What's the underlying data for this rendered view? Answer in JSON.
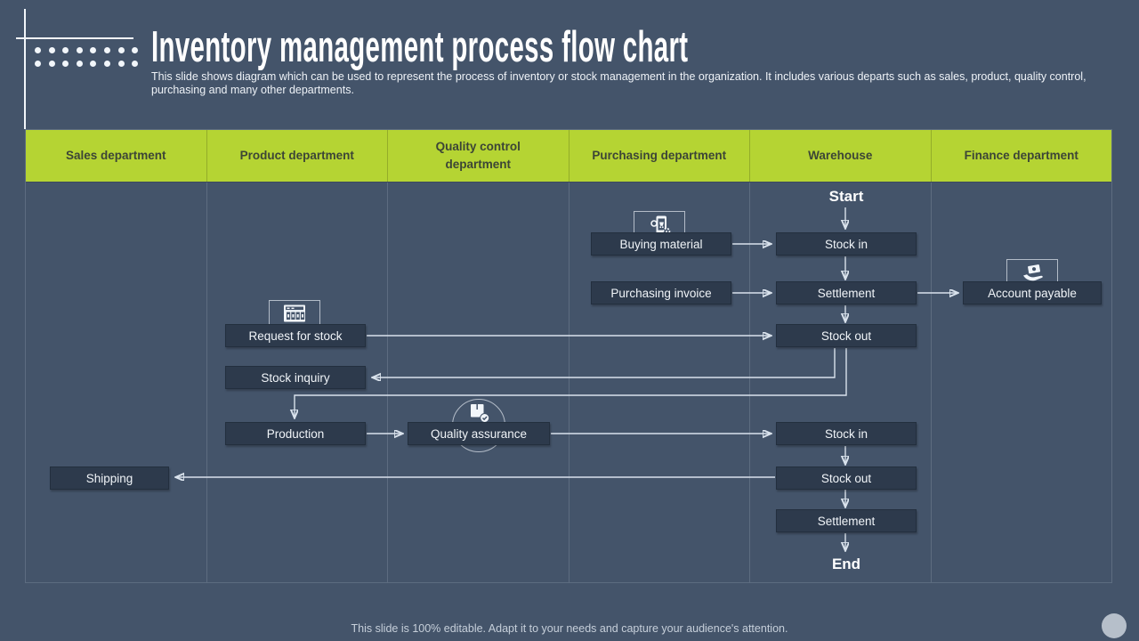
{
  "slide": {
    "title": "Inventory management process flow chart",
    "subtitle": "This slide shows diagram which can be used to represent the process of inventory or stock management in the organization. It includes various departs such as sales, product, quality control, purchasing and many other departments.",
    "footer": "This slide is 100% editable. Adapt it to your needs and capture your audience's attention."
  },
  "lanes": [
    "Sales department",
    "Product department",
    "Quality control department",
    "Purchasing department",
    "Warehouse",
    "Finance department"
  ],
  "nodes": {
    "start": "Start",
    "buying_material": "Buying material",
    "stock_in_top": "Stock in",
    "purchasing_invoice": "Purchasing invoice",
    "settlement_top": "Settlement",
    "account_payable": "Account payable",
    "request_for_stock": "Request for stock",
    "stock_out_top": "Stock out",
    "stock_inquiry": "Stock inquiry",
    "production": "Production",
    "quality_assurance": "Quality assurance",
    "stock_in_bottom": "Stock in",
    "shipping": "Shipping",
    "stock_out_bottom": "Stock out",
    "settlement_bottom": "Settlement",
    "end": "End"
  },
  "icons": {
    "procurement": "mobile-shopping-gear-icon",
    "stock_request": "storage-shelf-icon",
    "quality": "package-quality-badge-icon",
    "payable": "hand-money-icon"
  },
  "colors": {
    "background": "#44546a",
    "header_green": "#b5d433",
    "header_text": "#3c4536",
    "box_fill": "#2d3a4c",
    "arrow": "#d9e2ec",
    "corner_circle": "#b6bfca"
  }
}
